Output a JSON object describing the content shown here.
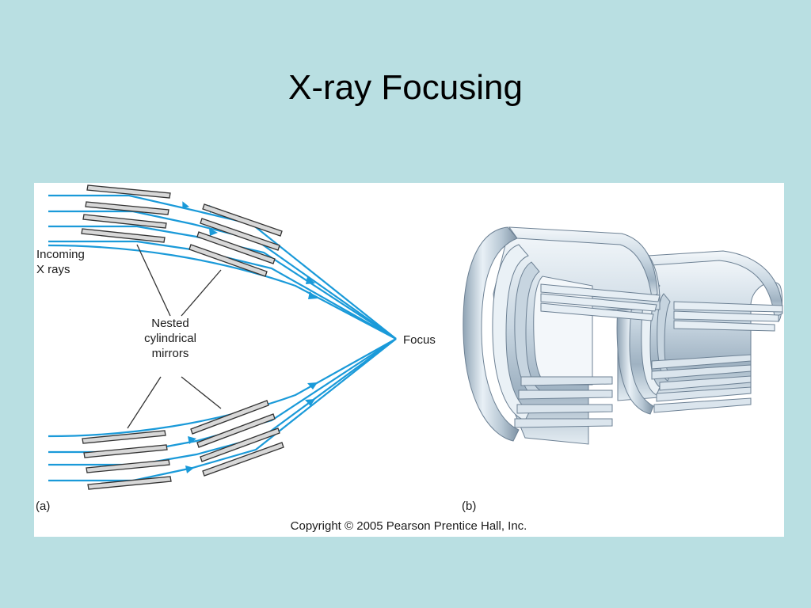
{
  "slide": {
    "title": "X-ray Focusing"
  },
  "figure": {
    "panel_a": {
      "label": "(a)",
      "incoming_label_line1": "Incoming",
      "incoming_label_line2": "X rays",
      "mirrors_label_line1": "Nested",
      "mirrors_label_line2": "cylindrical",
      "mirrors_label_line3": "mirrors",
      "focus_label": "Focus"
    },
    "panel_b": {
      "label": "(b)"
    },
    "copyright": "Copyright © 2005 Pearson Prentice Hall, Inc.",
    "colors": {
      "ray": "#1a9ad9",
      "mirror_fill": "#d8d8d8",
      "mirror_stroke": "#333333",
      "metal_light": "#eef4f8",
      "metal_mid": "#b9c9d6",
      "metal_dark": "#7f93a5"
    }
  }
}
